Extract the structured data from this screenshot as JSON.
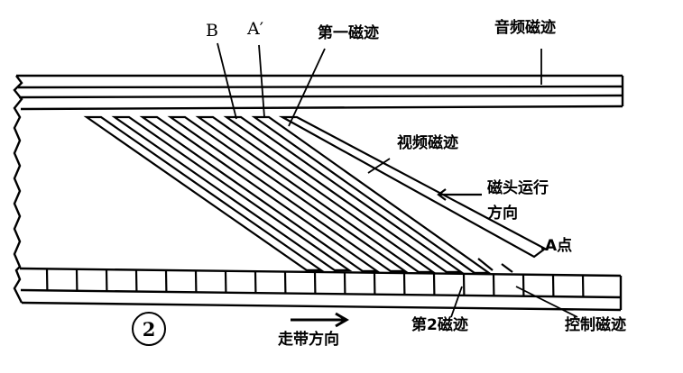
{
  "figure": {
    "number": "②",
    "number_plain": "2"
  },
  "labels": {
    "b_point": "B",
    "a_prime_point": "A′",
    "first_track": "第一磁迹",
    "audio_track": "音频磁迹",
    "video_track": "视频磁迹",
    "head_direction_line1": "磁头运行",
    "head_direction_line2": "方向",
    "a_point": "A点",
    "second_track": "第2磁迹",
    "control_track": "控制磁迹",
    "tape_direction": "走带方向"
  },
  "colors": {
    "ink": "#000000",
    "paper": "#ffffff"
  }
}
